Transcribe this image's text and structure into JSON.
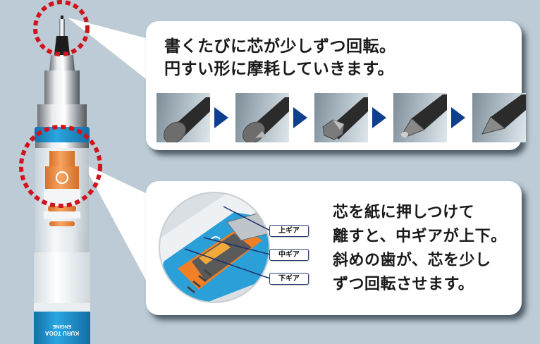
{
  "colors": {
    "background": "#bccbd5",
    "panel": "#ffffff",
    "arrow": "#0d3f8f",
    "highlight_circle": "#d0131c",
    "barrel_blue": "#1d8fcb",
    "gear_orange": "#f08a35",
    "label_border": "#2b3f6e"
  },
  "pencil": {
    "brand_line1": "KURU TOGA",
    "brand_line2": "ENGINE"
  },
  "panel_top": {
    "headline_line1": "書くたびに芯が少しずつ回転。",
    "headline_line2": "円すい形に摩耗していきます。",
    "steps": [
      {
        "name": "flat-tip",
        "icon": "lead-flat-icon"
      },
      {
        "name": "partly-worn",
        "icon": "lead-worn-1-icon"
      },
      {
        "name": "faceted",
        "icon": "lead-worn-2-icon"
      },
      {
        "name": "cone-forming",
        "icon": "lead-cone-1-icon"
      },
      {
        "name": "cone",
        "icon": "lead-cone-2-icon"
      }
    ]
  },
  "panel_bottom": {
    "text_lines": [
      "芯を紙に押しつけて",
      "離すと、中ギアが上下。",
      "斜めの歯が、芯を少し",
      "ずつ回転させます。"
    ],
    "gear_labels": {
      "upper": "上ギア",
      "middle": "中ギア",
      "lower": "下ギア"
    }
  }
}
